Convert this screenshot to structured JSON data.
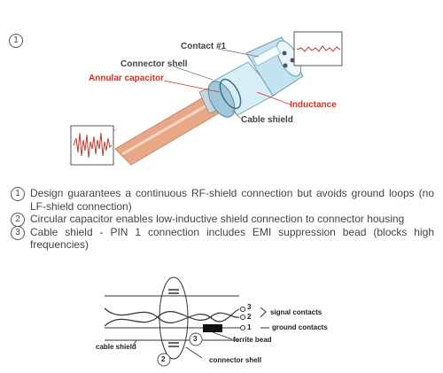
{
  "top_marker": "1",
  "illustration": {
    "labels": {
      "contact": "Contact #1",
      "connector_shell": "Connector shell",
      "annular_capacitor": "Annular capacitor",
      "inductance": "Inductance",
      "cable_shield": "Cable shield"
    }
  },
  "notes": [
    {
      "marker": "1",
      "text": "Design guarantees a continuous RF-shield connection but avoids ground loops (no LF-shield connection)"
    },
    {
      "marker": "2",
      "text": "Circular capacitor enables low-inductive shield connection to connector housing"
    },
    {
      "marker": "3",
      "text": "Cable shield - PIN 1 connection includes EMI suppression bead (blocks high frequencies)"
    }
  ],
  "schematic": {
    "pin3": "3",
    "pin2": "2",
    "pin1": "1",
    "signal_contacts": "signal contacts",
    "ground_contacts": "ground contacts",
    "ferrite_bead": "ferrite bead",
    "cable_shield": "cable shield",
    "connector_shell": "connector shell",
    "marker2": "2",
    "marker3": "3"
  },
  "colors": {
    "accent_red": "#c0392b",
    "cable_copper": "#e8a888",
    "connector_blue": "#b8dcea"
  }
}
